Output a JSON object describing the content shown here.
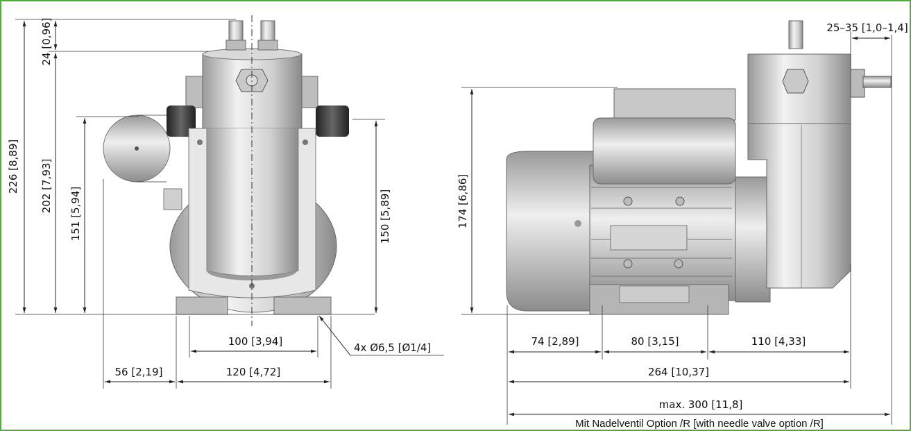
{
  "front_view": {
    "dim_total_height": "226 [8,89]",
    "dim_top": "24 [0,96]",
    "dim_body_height": "202 [7,93]",
    "dim_axis_height": "151 [5,94]",
    "dim_side_height": "150 [5,89]",
    "dim_foot_inner": "100 [3,94]",
    "dim_foot_outer": "120 [4,72]",
    "dim_offset": "56 [2,19]",
    "holes_note": "4x Ø6,5 [Ø1/4]"
  },
  "side_view": {
    "dim_height": "174 [6,86]",
    "dim_valve": "25–35 [1,0–1,4]",
    "dim_a": "74 [2,89]",
    "dim_b": "80 [3,15]",
    "dim_c": "110 [4,33]",
    "dim_length": "264 [10,37]",
    "dim_max": "max. 300 [11,8]",
    "caption": "Mit Nadelventil Option /R [with needle valve option /R]"
  },
  "colors": {
    "border": "#4caf3a",
    "metal_light": "#e6e6e6",
    "metal_mid": "#b8b8b8",
    "metal_dark": "#555555"
  }
}
